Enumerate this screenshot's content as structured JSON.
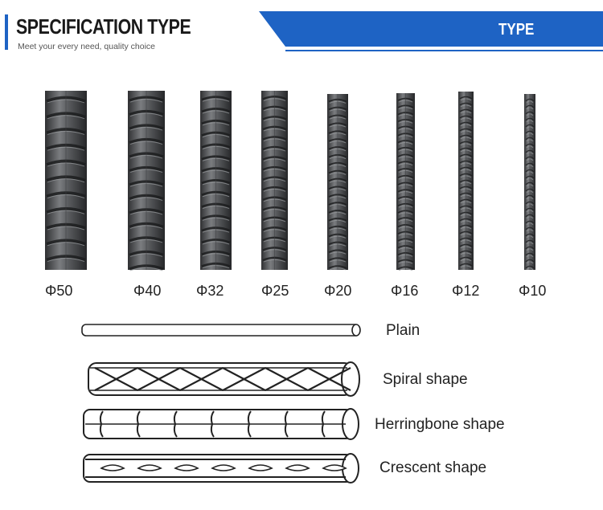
{
  "header": {
    "title": "SPECIFICATION TYPE",
    "subtitle": "Meet your every need, quality choice",
    "banner_label": "TYPE",
    "accent_color": "#1e63c4"
  },
  "sizes": [
    {
      "label": "Φ50",
      "diameter_mm": 50
    },
    {
      "label": "Φ40",
      "diameter_mm": 40
    },
    {
      "label": "Φ32",
      "diameter_mm": 32
    },
    {
      "label": "Φ25",
      "diameter_mm": 25
    },
    {
      "label": "Φ20",
      "diameter_mm": 20
    },
    {
      "label": "Φ16",
      "diameter_mm": 16
    },
    {
      "label": "Φ12",
      "diameter_mm": 12
    },
    {
      "label": "Φ10",
      "diameter_mm": 10
    }
  ],
  "shapes": [
    {
      "label": "Plain",
      "icon": "plain-bar-icon"
    },
    {
      "label": "Spiral shape",
      "icon": "spiral-bar-icon"
    },
    {
      "label": "Herringbone shape",
      "icon": "herringbone-bar-icon"
    },
    {
      "label": "Crescent shape",
      "icon": "crescent-bar-icon"
    }
  ]
}
